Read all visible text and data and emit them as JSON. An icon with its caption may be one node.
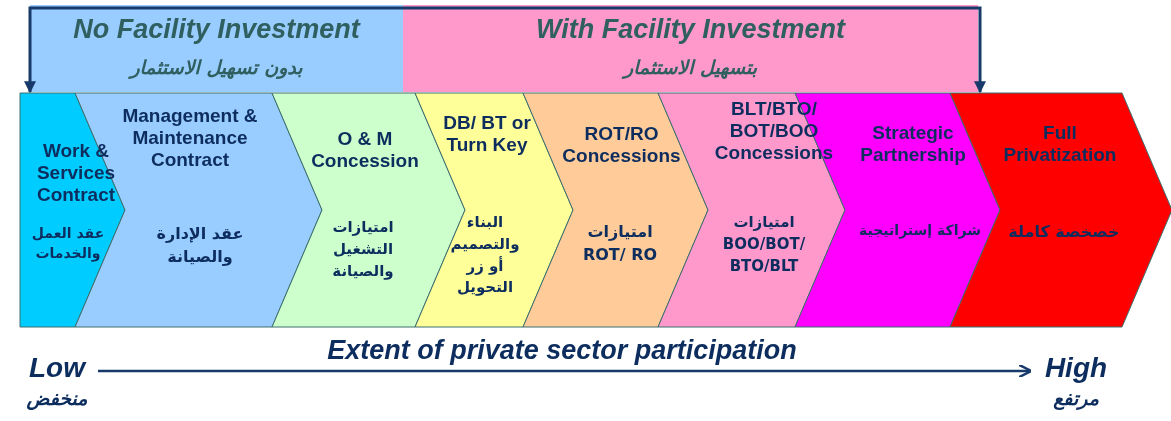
{
  "diagram": {
    "nodes": [
      {
        "text": [
          "No Facility Investment",
          "بدون تسهيل الاستثمار"
        ]
      },
      {
        "text": [
          "With Facility Investment",
          "بتسهيل الاستثمار"
        ]
      },
      {
        "text": [
          "Work & Services Contract",
          "عقد العمل والخدمات"
        ]
      },
      {
        "text": [
          "Management & Maintenance Contract",
          "عقد الإدارة والصيانة"
        ]
      },
      {
        "text": [
          "O & M Concession",
          "امتيازات التشغيل والصيانة"
        ]
      },
      {
        "text": [
          "DB/ BT or Turn Key",
          "البناء والتصميم أو زر التحويل"
        ]
      },
      {
        "text": [
          "ROT/RO Concessions",
          "امتيازات ROT/ RO"
        ]
      },
      {
        "text": [
          "BLT/BTO/ BOT/BOO Concessions",
          "امتيازات BOO/BOT/ BTO/BLT"
        ]
      },
      {
        "text": [
          "Strategic Partnership",
          "شراكة إستراتيجية"
        ]
      },
      {
        "text": [
          "Full Privatization",
          "خصخصة كاملة"
        ]
      },
      {
        "text": [
          "Low",
          "منخفض"
        ]
      },
      {
        "text": [
          "High",
          "مرتفع"
        ]
      }
    ],
    "edges": [
      {
        "from": 2,
        "to": 9,
        "arrow": "both"
      },
      {
        "from": 10,
        "to": 11,
        "arrow": "to",
        "label": "Extent of private sector participation"
      }
    ]
  }
}
